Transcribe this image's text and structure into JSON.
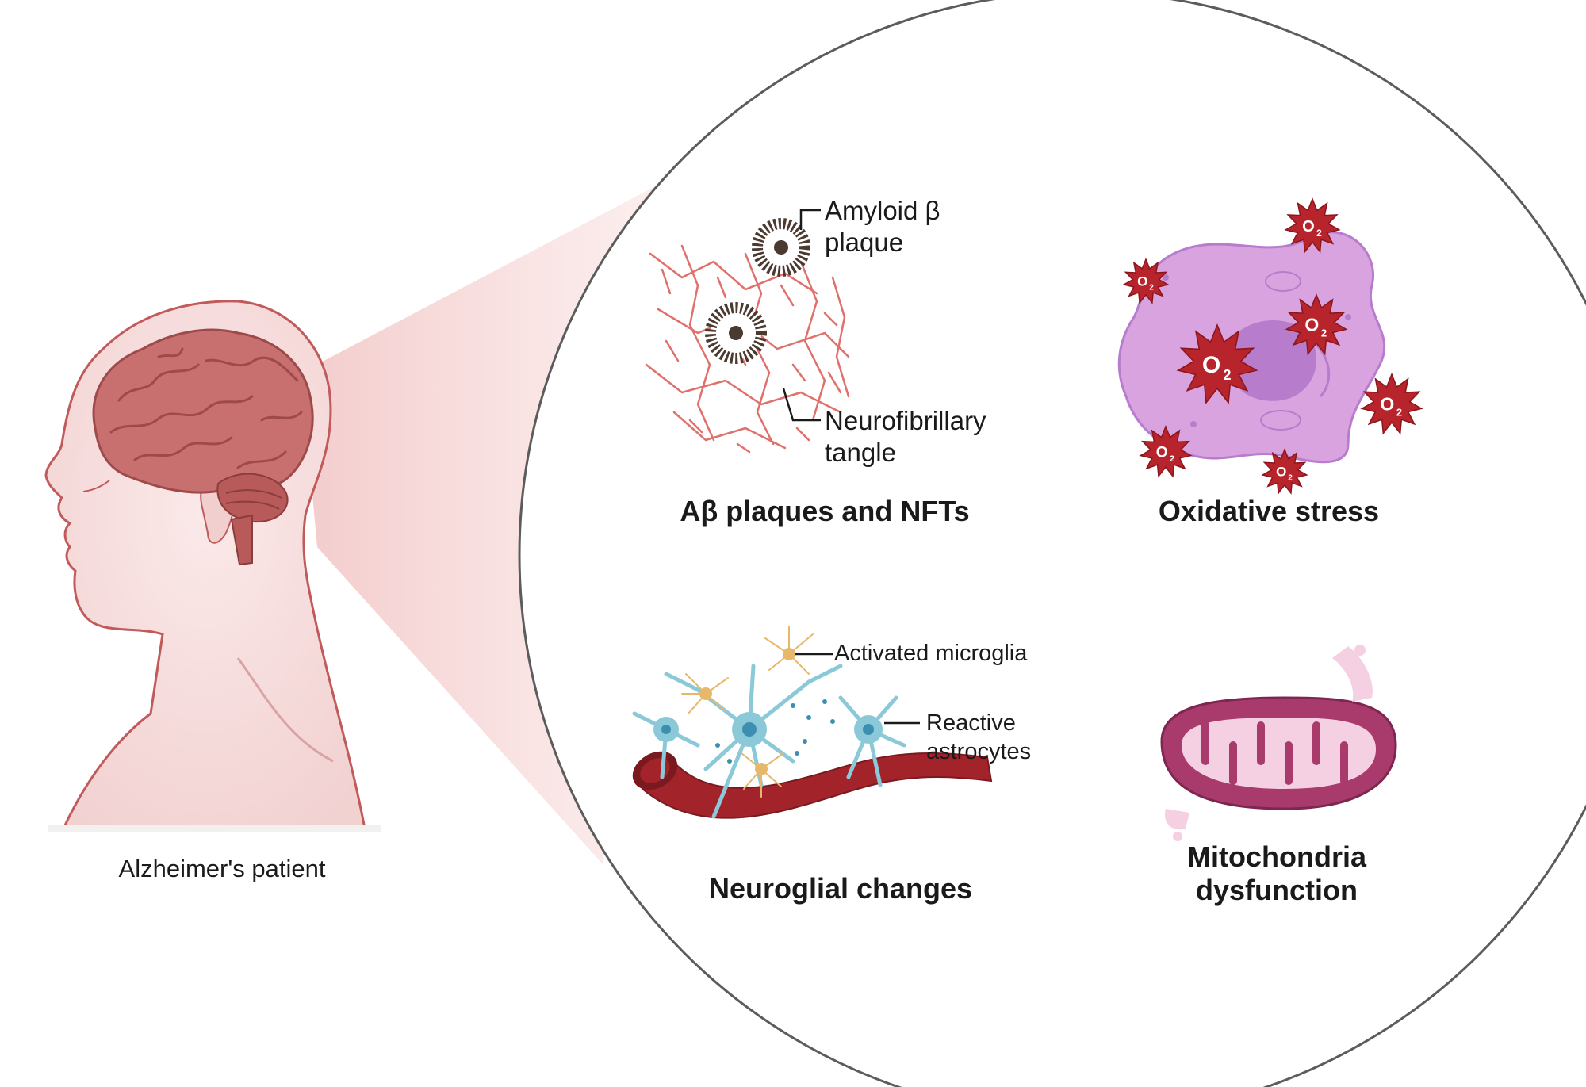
{
  "patient": {
    "label": "Alzheimer's patient"
  },
  "panels": {
    "plaques": {
      "title": "Aβ plaques and NFTs",
      "callouts": {
        "plaque_line1": "Amyloid β",
        "plaque_line2": "plaque",
        "tangle_line1": "Neurofibrillary",
        "tangle_line2": "tangle"
      }
    },
    "oxidative": {
      "title": "Oxidative stress",
      "ros_label": "O",
      "ros_subscript": "2"
    },
    "neuroglial": {
      "title": "Neuroglial changes",
      "callouts": {
        "microglia": "Activated microglia",
        "astro_line1": "Reactive",
        "astro_line2": "astrocytes"
      }
    },
    "mito": {
      "title_line1": "Mitochondria",
      "title_line2": "dysfunction"
    }
  },
  "colors": {
    "brain": "#c8706f",
    "skin": "#f6dede",
    "tangle": "#e0706c",
    "plaque": "#4a3a30",
    "cell": "#d9a3e0",
    "nucleus": "#b77ccc",
    "ros": "#b8242c",
    "astrocyte": "#8cc9d8",
    "microglia": "#e8b86a",
    "vessel": "#a3232a",
    "mito": "#a83a6c",
    "mito_inner": "#f5cfe2"
  }
}
